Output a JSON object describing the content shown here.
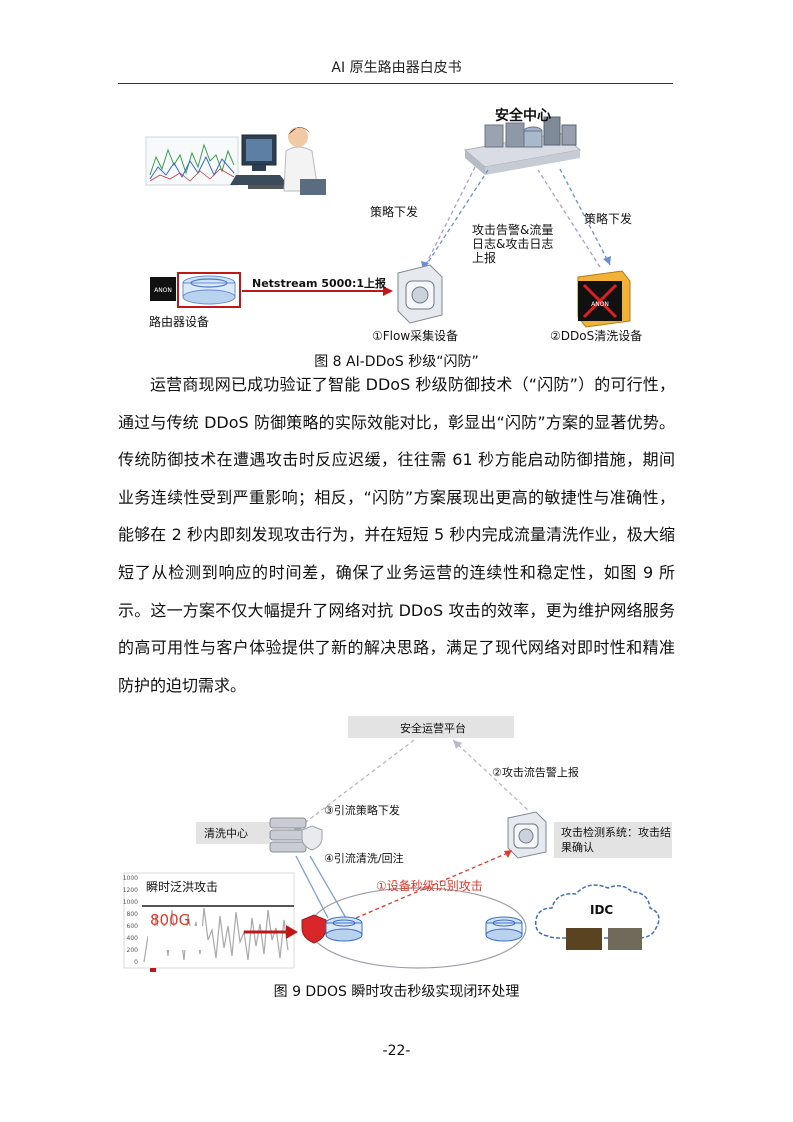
{
  "header": {
    "title": "AI 原生路由器白皮书"
  },
  "figure8": {
    "security_center": "安全中心",
    "policy_left": "策略下发",
    "policy_right": "策略下发",
    "alarm_line1": "攻击告警&流量",
    "alarm_line2": "日志&攻击日志",
    "alarm_line3": "上报",
    "netstream": "Netstream 5000:1上报",
    "router": "路由器设备",
    "flow": "①Flow采集设备",
    "ddos_clean": "②DDoS清洗设备",
    "caption": "图 8 AI-DDoS 秒级“闪防”"
  },
  "paragraph": "运营商现网已成功验证了智能 DDoS 秒级防御技术（“闪防”）的可行性，通过与传统 DDoS 防御策略的实际效能对比，彰显出“闪防”方案的显著优势。传统防御技术在遭遇攻击时反应迟缓，往往需 61 秒方能启动防御措施，期间业务连续性受到严重影响；相反，“闪防”方案展现出更高的敏捷性与准确性，能够在 2 秒内即刻发现攻击行为，并在短短 5 秒内完成流量清洗作业，极大缩短了从检测到响应的时间差，确保了业务运营的连续性和稳定性，如图 9 所示。这一方案不仅大幅提升了网络对抗 DDoS 攻击的效率，更为维护网络服务的高可用性与客户体验提供了新的解决思路，满足了现代网络对即时性和精准防护的迫切需求。",
  "figure9": {
    "platform": "安全运营平台",
    "step2": "②攻击流告警上报",
    "step3": "③引流策略下发",
    "clean_center": "清洗中心",
    "step4": "④引流清洗/回注",
    "detect_line1": "攻击检测系统：攻击结",
    "detect_line2": "果确认",
    "burst": "瞬时泛洪攻击",
    "volume": "800G",
    "step1": "①设备秒级识别攻击",
    "idc": "IDC",
    "chart_ticks": [
      "1000",
      "1200",
      "1000",
      "800",
      "600",
      "400",
      "200",
      "0"
    ],
    "caption": "图 9 DDOS 瞬时攻击秒级实现闭环处理"
  },
  "page_number": "-22-",
  "colors": {
    "accent_red": "#e03a2c",
    "dashed_blue": "#6a8fd0",
    "dashed_gray": "#b8b8c8"
  }
}
